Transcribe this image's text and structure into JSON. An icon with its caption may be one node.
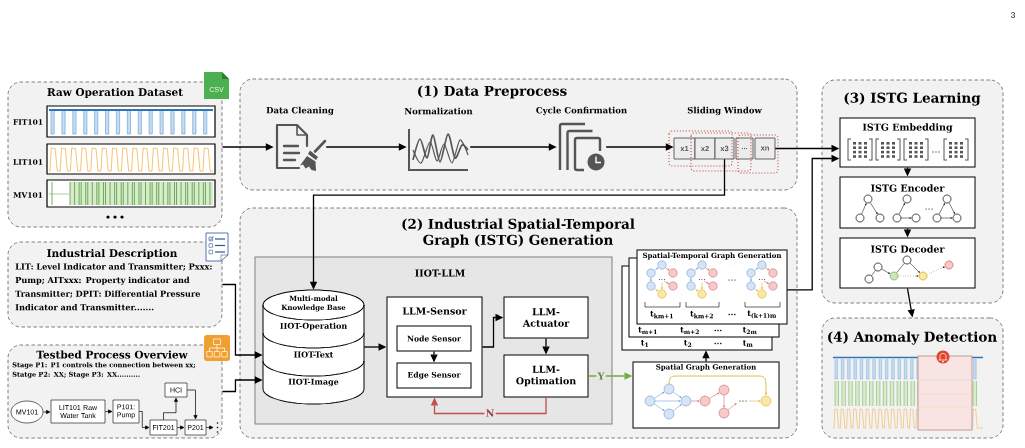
{
  "diagram": {
    "nodes": [
      {
        "text": [
          "Raw Operation Dataset",
          "FIT101",
          "LIT101",
          "MV101"
        ]
      },
      {
        "text": [
          "Industrial Description",
          "LIT: Level Indicator and Transmitter; Pxxx: Pump; AITxxx: Property indicator and Transmitter; DPIT: Differential Pressure Indicator and Transmitter......."
        ]
      },
      {
        "text": [
          "Testbed Process Overview",
          "Stage P1: P1 controls the connection between xx; Statge P2: XX; Stage P3: XX.........."
        ]
      },
      {
        "text": [
          "MV101"
        ],
        "in": 2
      },
      {
        "text": [
          "LIT101 Raw Water Tank"
        ],
        "in": 2
      },
      {
        "text": [
          "P101: Pump"
        ],
        "in": 2
      },
      {
        "text": [
          "HCI"
        ],
        "in": 2
      },
      {
        "text": [
          "FIT201"
        ],
        "in": 2
      },
      {
        "text": [
          "P201"
        ],
        "in": 2
      },
      {
        "text": [
          "(1) Data Preprocess"
        ]
      },
      {
        "text": [
          "Data Cleaning"
        ],
        "in": 9
      },
      {
        "text": [
          "Normalization"
        ],
        "in": 9
      },
      {
        "text": [
          "Cycle Confirmation"
        ],
        "in": 9
      },
      {
        "text": [
          "Sliding Window",
          "x1",
          "x2",
          "x3",
          "...",
          "xn"
        ],
        "in": 9
      },
      {
        "text": [
          "(3) ISTG Learning"
        ]
      },
      {
        "text": [
          "ISTG Embedding"
        ],
        "in": 14
      },
      {
        "text": [
          "ISTG Encoder"
        ],
        "in": 14
      },
      {
        "text": [
          "ISTG Decoder"
        ],
        "in": 14
      },
      {
        "text": [
          "(4) Anomaly Detection"
        ]
      },
      {
        "text": [
          "(2) Industrial Spatial-Temporal Graph (ISTG) Generation"
        ]
      },
      {
        "text": [
          "IIOT-LLM"
        ],
        "in": 19
      },
      {
        "text": [
          "Multi-modal Knowledge Base",
          "IIOT-Operation",
          "IIOT-Text",
          "IIOT-Image"
        ],
        "in": 20
      },
      {
        "text": [
          "LLM-Sensor"
        ],
        "in": 20
      },
      {
        "text": [
          "Node Sensor"
        ],
        "in": 22
      },
      {
        "text": [
          "Edge Sensor"
        ],
        "in": 22
      },
      {
        "text": [
          "LLM-Actuator"
        ],
        "in": 20
      },
      {
        "text": [
          "LLM-Optimation"
        ],
        "in": 20
      },
      {
        "text": [
          "Spatial-Temporal Graph Generation",
          "t$_{km+1}$",
          "t$_{km+2}$",
          "...",
          "t$_{(k+1)m}$",
          "t$_{m+1}$",
          "t$_{m+2}$",
          "...",
          "t$_{2m}$",
          "t$_{1}$",
          "t$_{2}$",
          "...",
          "t$_{m}$"
        ],
        "in": 19
      },
      {
        "text": [
          "Spatial Graph Generation"
        ],
        "in": 19
      }
    ],
    "edges": [
      {
        "from": 0,
        "to": 10,
        "arrow": "to"
      },
      {
        "from": 10,
        "to": 11,
        "arrow": "to"
      },
      {
        "from": 11,
        "to": 12,
        "arrow": "to"
      },
      {
        "from": 12,
        "to": 13,
        "arrow": "to"
      },
      {
        "from": 13,
        "to": 15,
        "arrow": "to"
      },
      {
        "from": 13,
        "to": 21,
        "arrow": "to"
      },
      {
        "from": 1,
        "to": 21,
        "arrow": "to"
      },
      {
        "from": 2,
        "to": 21,
        "arrow": "to"
      },
      {
        "from": 3,
        "to": 4,
        "arrow": "to"
      },
      {
        "from": 4,
        "to": 5,
        "arrow": "to"
      },
      {
        "from": 5,
        "to": 7,
        "arrow": "to"
      },
      {
        "from": 7,
        "to": 6,
        "arrow": "to"
      },
      {
        "from": 6,
        "to": 8,
        "arrow": "to"
      },
      {
        "from": 7,
        "to": 8,
        "arrow": "to"
      },
      {
        "from": 8,
        "to": null,
        "arrow": "to"
      },
      {
        "from": 21,
        "to": 22,
        "arrow": "to"
      },
      {
        "from": 23,
        "to": 24,
        "arrow": "to"
      },
      {
        "from": 22,
        "to": 25,
        "arrow": "to"
      },
      {
        "from": 25,
        "to": 26,
        "arrow": "to"
      },
      {
        "from": 26,
        "to": 22,
        "arrow": "to",
        "label": "N",
        "color": "#c0504d"
      },
      {
        "from": 26,
        "to": 28,
        "arrow": "to",
        "label": "Y",
        "color": "#70ad47"
      },
      {
        "from": 28,
        "to": 27,
        "arrow": "to"
      },
      {
        "from": 27,
        "to": 15,
        "arrow": "to"
      },
      {
        "from": 15,
        "to": 16,
        "arrow": "to"
      },
      {
        "from": 16,
        "to": 17,
        "arrow": "to"
      },
      {
        "from": 17,
        "to": 18,
        "arrow": "to"
      }
    ],
    "labels": [
      "3",
      "CSV"
    ]
  }
}
